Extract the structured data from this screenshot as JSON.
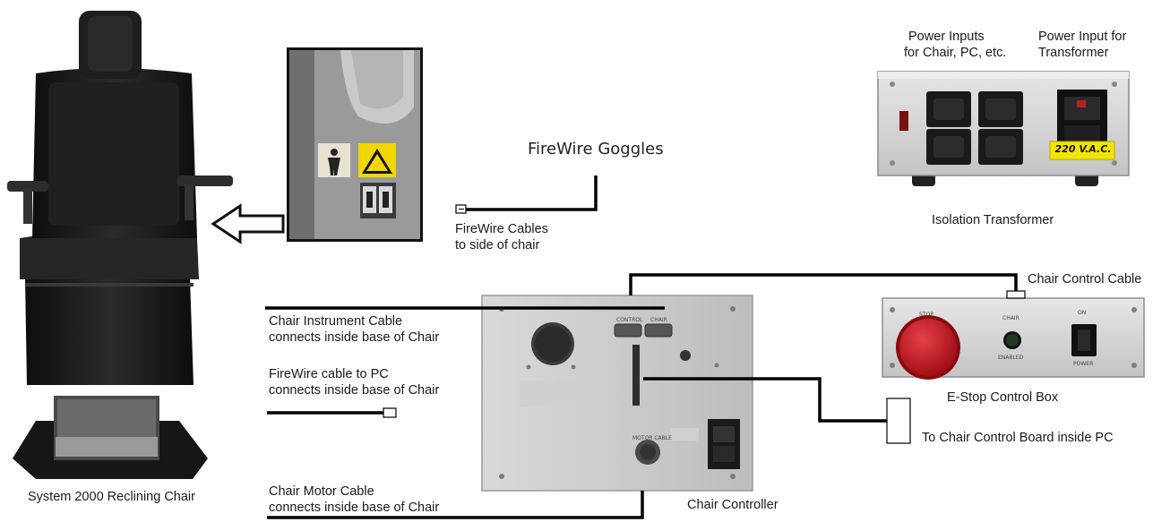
{
  "labels": {
    "chair": "System 2000 Reclining Chair",
    "goggles": "FireWire Goggles",
    "firewire_side_1": "FireWire Cables",
    "firewire_side_2": "to side of chair",
    "power_chair_1": "Power Inputs",
    "power_chair_2": "for Chair, PC, etc.",
    "power_transformer_1": "Power Input for",
    "power_transformer_2": "Transformer",
    "isolation_transformer": "Isolation Transformer",
    "voltage_tag": "220 V.A.C.",
    "chair_control_cable": "Chair Control Cable",
    "instrument_cable_1": "Chair Instrument Cable",
    "instrument_cable_2": "connects inside base of Chair",
    "firewire_pc_1": "FireWire cable to PC",
    "firewire_pc_2": "connects inside base of Chair",
    "motor_cable_1": "Chair Motor Cable",
    "motor_cable_2": "connects inside base of Chair",
    "chair_controller": "Chair Controller",
    "estop_box": "E-Stop Control Box",
    "control_board": "To Chair Control Board inside PC"
  },
  "estop_panel": {
    "stop": "STOP",
    "chair": "CHAIR",
    "enabled": "ENABLED",
    "on": "ON",
    "power": "POWER"
  },
  "controller_panel": {
    "control": "CONTROL",
    "chair": "CHAIR",
    "motor_cable": "MOTOR CABLE"
  },
  "colors": {
    "stop_button": "#c8141c",
    "indicator": "#1f3b1f",
    "voltage_tag": "#f2e600",
    "panel": "#d8d8d8",
    "chair": "#1b1b1b"
  }
}
